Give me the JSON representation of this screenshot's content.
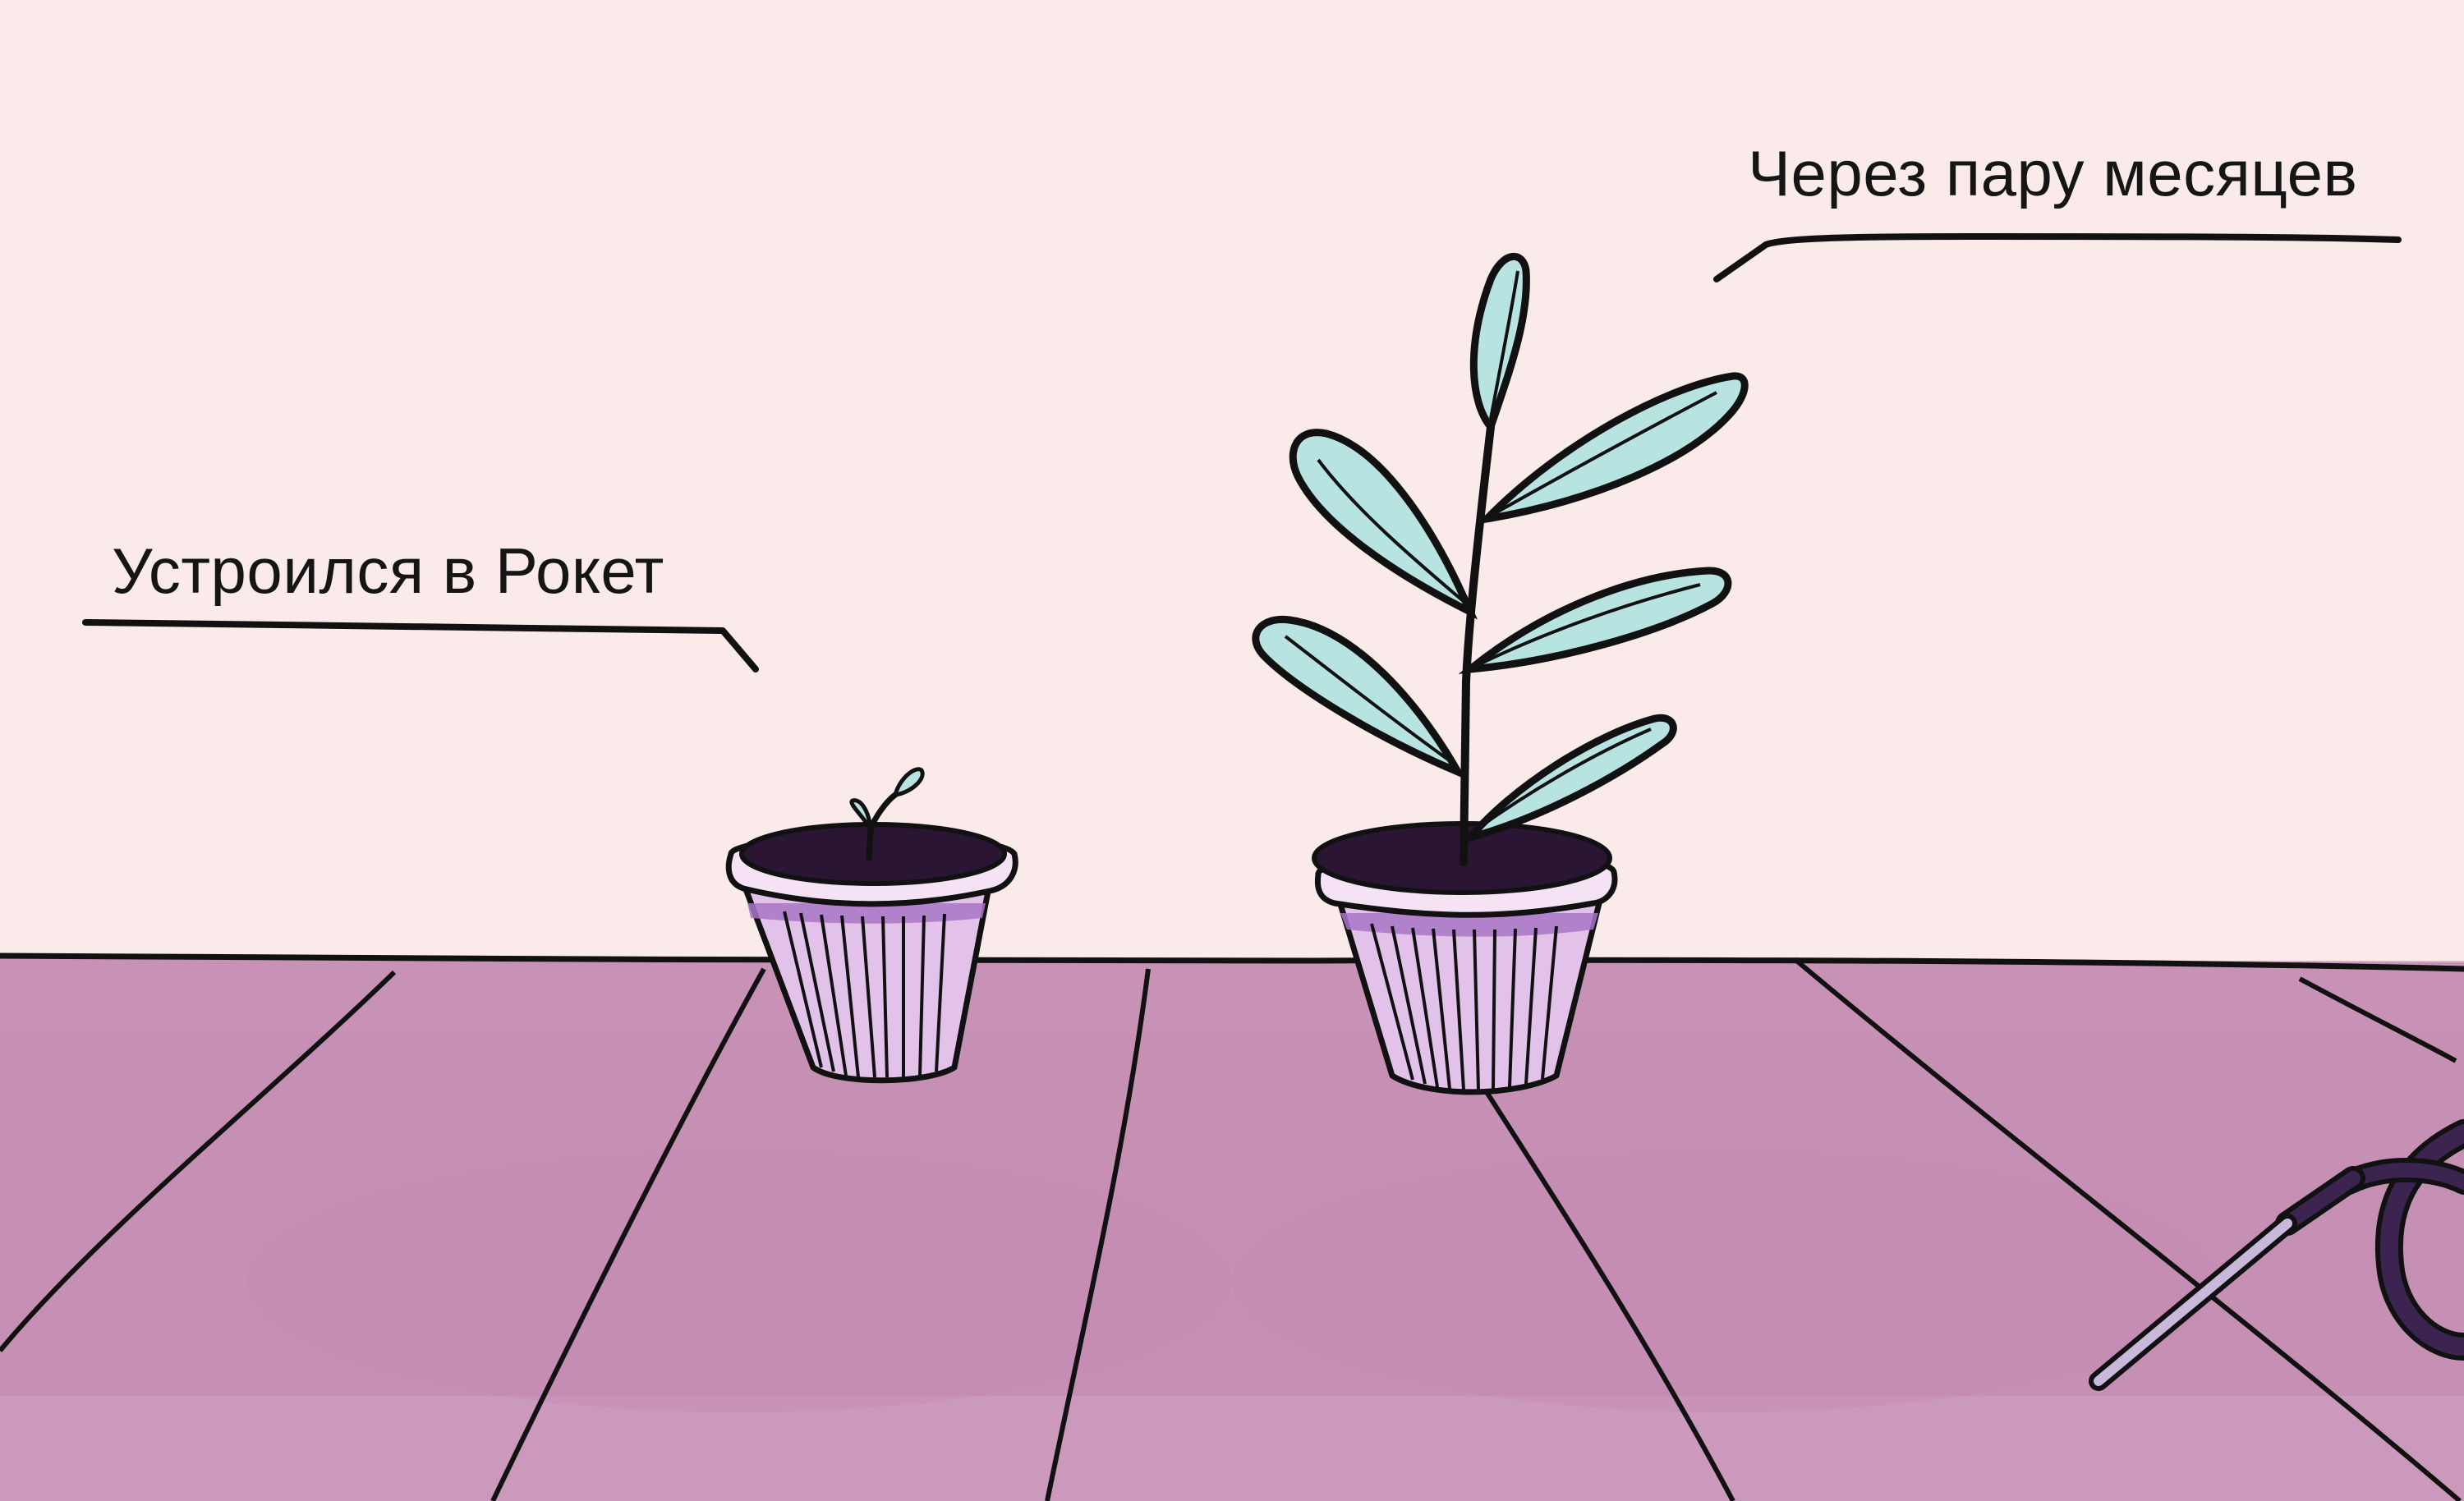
{
  "captions": {
    "left": "Устроился в Рокет",
    "right": "Через пару месяцев"
  },
  "colors": {
    "wall": "#fbeaea",
    "floor": "#c690b5",
    "floor_light": "#cd9dbd",
    "outline": "#111111",
    "pot": "#e2c2e8",
    "pot_rim": "#f5e3f5",
    "pot_band": "#a976c7",
    "soil": "#2a1535",
    "leaf": "#b7e3e0",
    "hose": "#3b2550",
    "nozzle": "#c8b9db"
  },
  "icons": {
    "small_pot": "seedling-pot",
    "large_pot": "grown-plant-pot",
    "hose": "garden-hose-nozzle"
  }
}
